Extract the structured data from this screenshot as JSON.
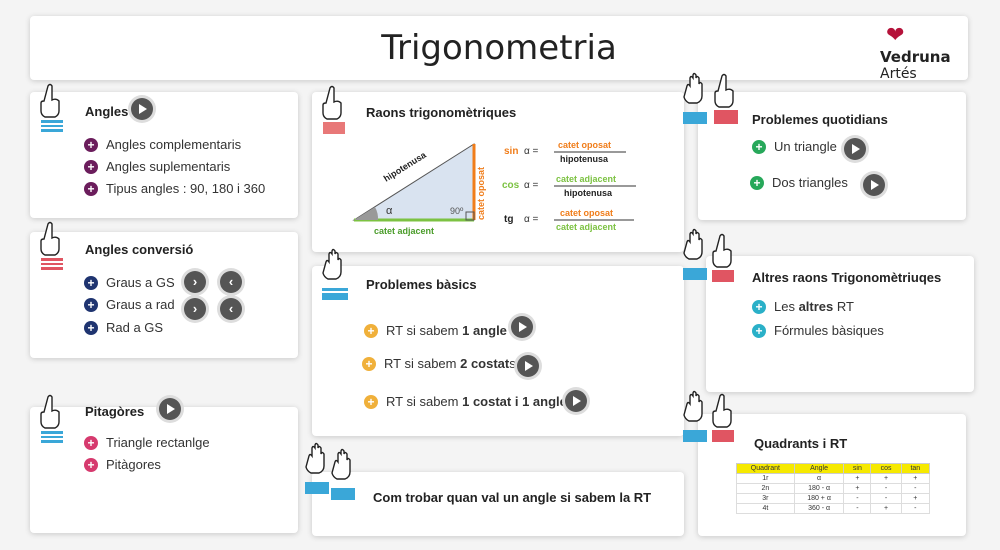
{
  "page": {
    "title": "Trigonometria"
  },
  "logo": {
    "name": "Vedruna",
    "sub": "Artés"
  },
  "angles": {
    "title": "Angles",
    "items": [
      "Angles complementaris",
      "Angles suplementaris",
      "Tipus angles : 90, 180 i 360"
    ]
  },
  "conversio": {
    "title": "Angles conversió",
    "items": [
      "Graus a GS",
      "Graus a rad",
      "Rad a GS"
    ]
  },
  "pitagores": {
    "title": "Pitagòres",
    "items": [
      "Triangle rectanlge",
      "Pitàgores"
    ]
  },
  "raons": {
    "title": "Raons trigonomètriques",
    "hipotenusa": "hipotenusa",
    "catet_oposat": "catet oposat",
    "catet_adjacent": "catet adjacent",
    "alpha": "α",
    "angle90": "90º",
    "sin": "sin",
    "cos": "cos",
    "tg": "tg",
    "alpha_eq": "α ="
  },
  "basics": {
    "title": "Problemes bàsics",
    "items": [
      {
        "prefix": "RT si sabem ",
        "bold": "1 angle",
        "suffix": ""
      },
      {
        "prefix": "RT si sabem ",
        "bold": "2 costat",
        "suffix": "s"
      },
      {
        "prefix": "RT si sabem ",
        "bold": "1 costat i 1 angle",
        "suffix": ""
      }
    ]
  },
  "trobar": {
    "title": "Com trobar quan val un angle si sabem la RT"
  },
  "quotidians": {
    "title": "Problemes quotidians",
    "items": [
      "Un triangle",
      "Dos triangles"
    ]
  },
  "altres": {
    "title": "Altres raons Trigonomètriuqes",
    "item1_prefix": "Les ",
    "item1_bold": "altres",
    "item1_suffix": " RT",
    "item2": "Fórmules bàsiques"
  },
  "quadrants": {
    "title": "Quadrants i RT",
    "headers": [
      "Quadrant",
      "Angle",
      "sin",
      "cos",
      "tan"
    ],
    "rows": [
      [
        "1r",
        "α",
        "+",
        "+",
        "+"
      ],
      [
        "2n",
        "180 - α",
        "+",
        "-",
        "-"
      ],
      [
        "3r",
        "180 + α",
        "-",
        "-",
        "+"
      ],
      [
        "4t",
        "360 - α",
        "-",
        "+",
        "-"
      ]
    ]
  },
  "colors": {
    "purple": "#6b1d5c",
    "navy": "#1f3470",
    "pink": "#d63a6e",
    "orange": "#f0b03a",
    "green": "#27a85a",
    "teal": "#2ab0c8",
    "tri_orange": "#f07d1a",
    "tri_green": "#7cc242"
  }
}
